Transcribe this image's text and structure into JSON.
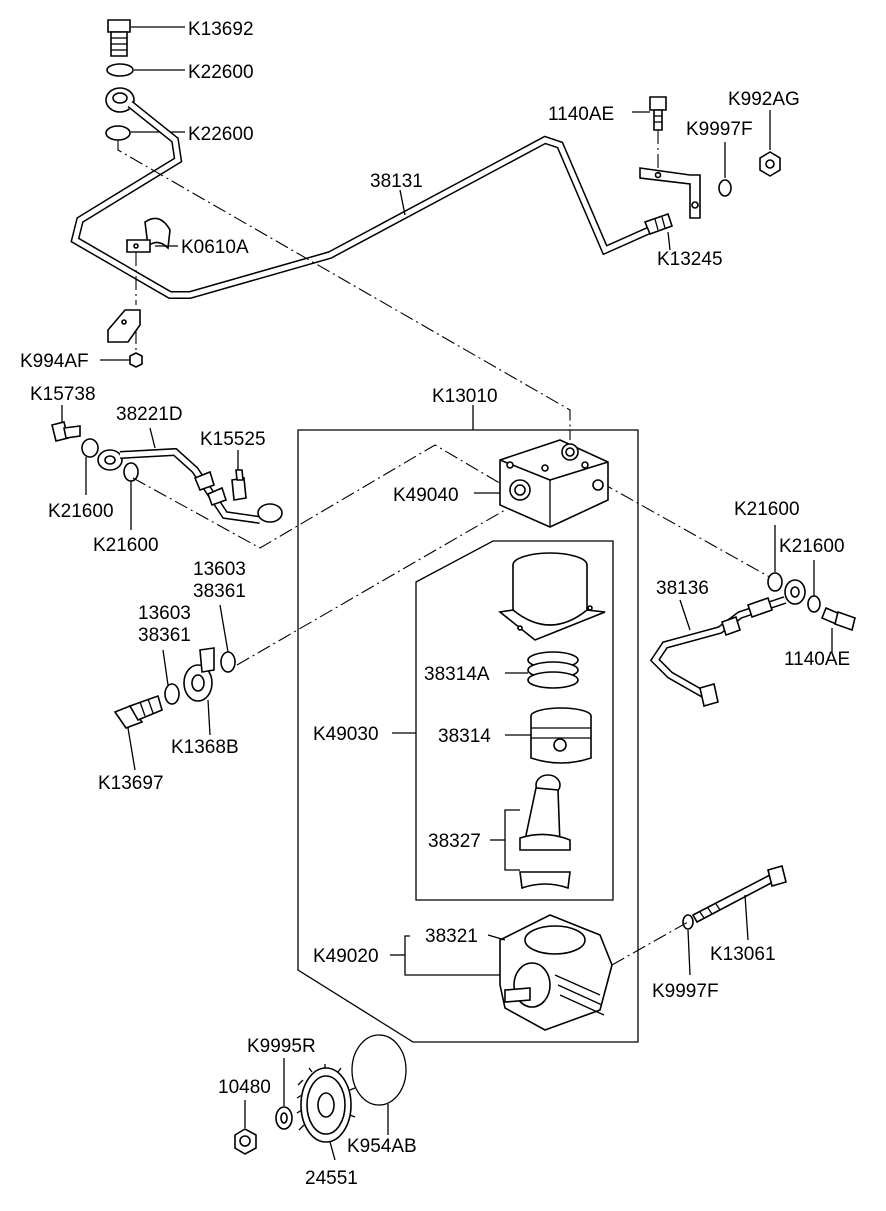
{
  "labels": {
    "k13692": "K13692",
    "k22600_a": "K22600",
    "k22600_b": "K22600",
    "p1140ae_top": "1140AE",
    "k992ag": "K992AG",
    "k9997f_top": "K9997F",
    "p38131": "38131",
    "k0610a": "K0610A",
    "k13245": "K13245",
    "k994af": "K994AF",
    "k15738": "K15738",
    "p38221d": "38221D",
    "k15525": "K15525",
    "k13010": "K13010",
    "k21600_left1": "K21600",
    "k21600_left2": "K21600",
    "k49040": "K49040",
    "k21600_right1": "K21600",
    "k21600_right2": "K21600",
    "p13603_a": "13603",
    "p38361_a": "38361",
    "p13603_b": "13603",
    "p38361_b": "38361",
    "p38136": "38136",
    "p1140ae_right": "1140AE",
    "p38314a": "38314A",
    "k49030": "K49030",
    "p38314": "38314",
    "k1368b": "K1368B",
    "k13697": "K13697",
    "p38327": "38327",
    "p38321": "38321",
    "k49020": "K49020",
    "k13061": "K13061",
    "k9997f_bottom": "K9997F",
    "k9995r": "K9995R",
    "p10480": "10480",
    "k954ab": "K954AB",
    "p24551": "24551"
  }
}
